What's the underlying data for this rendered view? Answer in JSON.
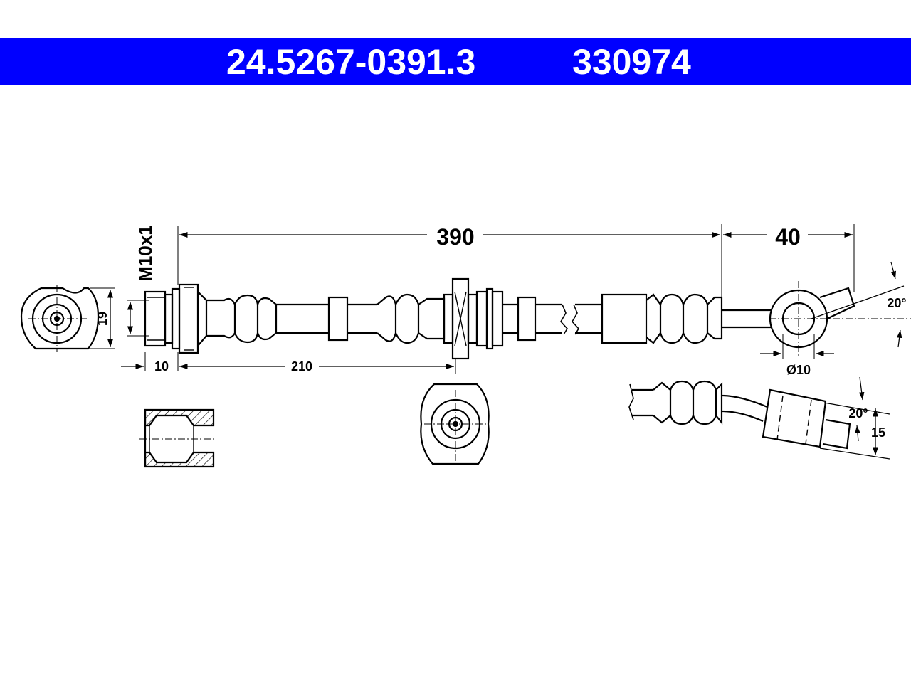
{
  "header": {
    "part_number": "24.5267-0391.3",
    "ref_number": "330974",
    "bar_color": "#0000ff"
  },
  "dimensions": {
    "length": "390",
    "end_length": "40",
    "thread": "M10x1",
    "fitting_height": "19",
    "thread_length": "10",
    "mid_position": "210",
    "banjo_bore": "Ø10",
    "banjo_angle": "20°",
    "side_angle": "20°",
    "side_offset": "15"
  }
}
